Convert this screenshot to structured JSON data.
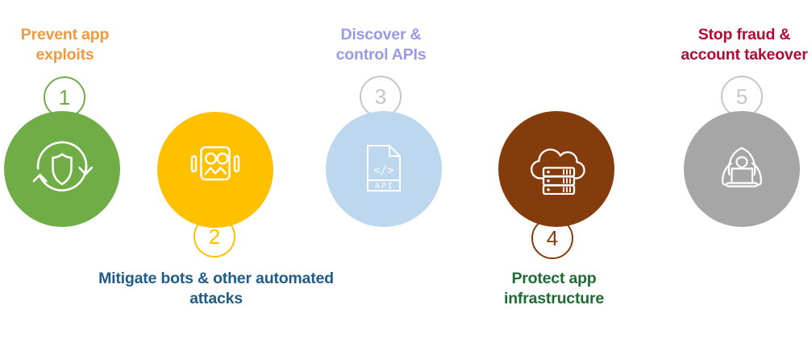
{
  "steps": [
    {
      "number": "1",
      "label": "Prevent app\nexploits",
      "label_color": "#F09A40",
      "circle_color": "#70AD47",
      "badge_color": "#70AD47",
      "icon": "shield-refresh-icon",
      "label_position": "top"
    },
    {
      "number": "2",
      "label": "Mitigate bots & other automated\nattacks",
      "label_color": "#1F5C87",
      "circle_color": "#FFC000",
      "badge_color": "#FFC000",
      "icon": "robot-icon",
      "label_position": "bottom"
    },
    {
      "number": "3",
      "label": "Discover &\ncontrol APIs",
      "label_color": "#9A99E6",
      "circle_color": "#BDD7EE",
      "badge_color": "#C6C6C6",
      "icon": "api-document-icon",
      "label_position": "top"
    },
    {
      "number": "4",
      "label": "Protect app\ninfrastructure",
      "label_color": "#1F6B35",
      "circle_color": "#843C0C",
      "badge_color": "#843C0C",
      "icon": "cloud-server-icon",
      "label_position": "bottom"
    },
    {
      "number": "5",
      "label": "Stop fraud &\naccount takeover",
      "label_color": "#B00C35",
      "circle_color": "#A6A6A6",
      "badge_color": "#C6C6C6",
      "icon": "hacker-icon",
      "label_position": "top"
    }
  ],
  "api_icon_text": {
    "code": "</>",
    "label": "API"
  }
}
